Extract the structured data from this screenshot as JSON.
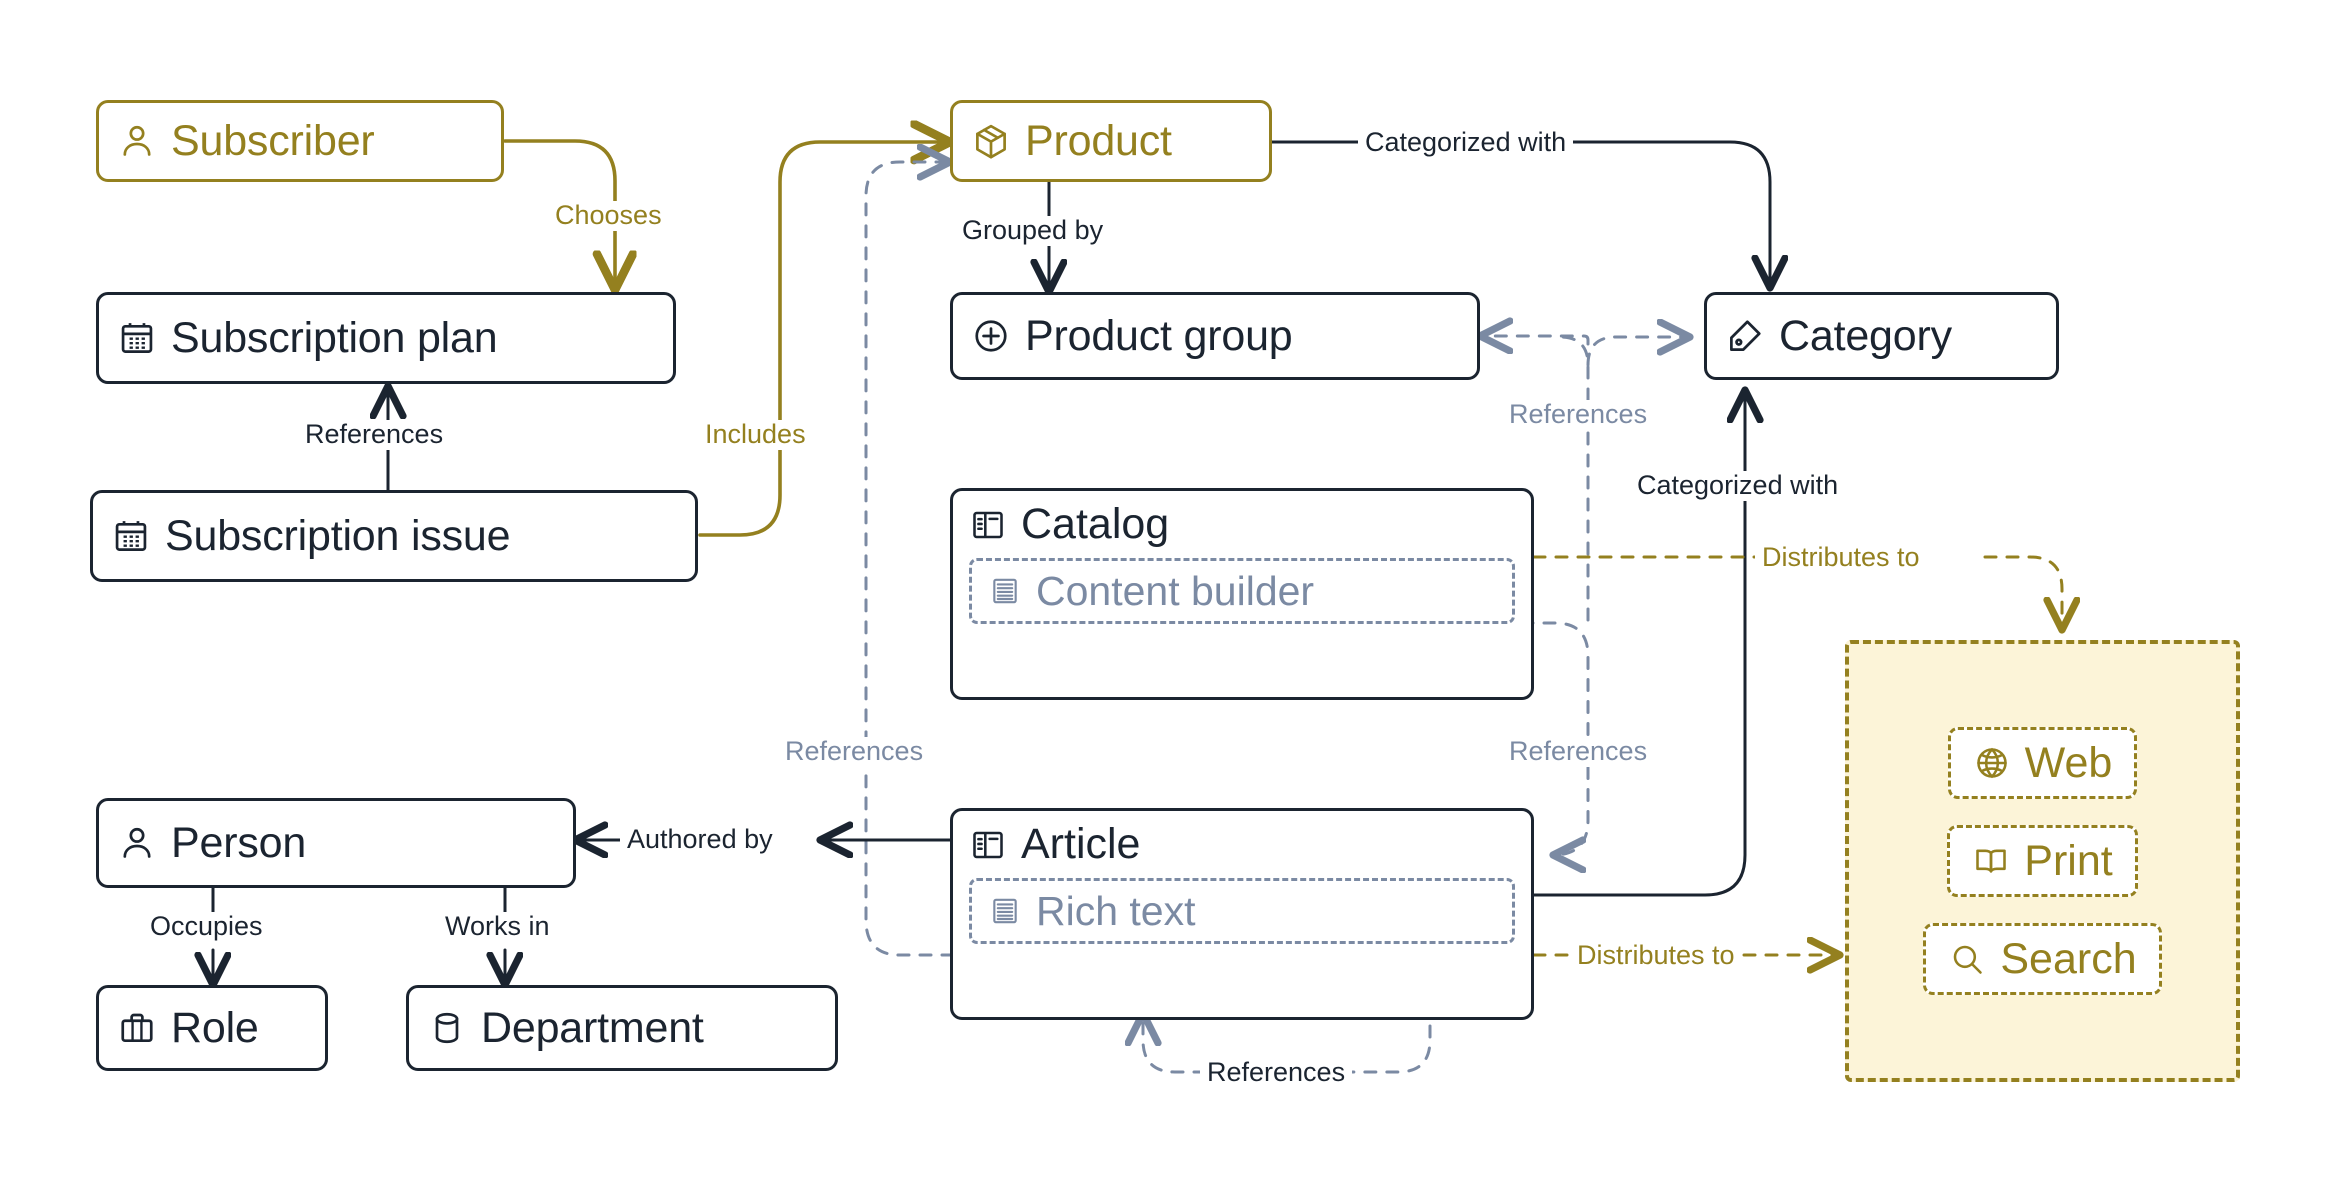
{
  "colors": {
    "ink": "#1b2430",
    "gold": "#94801f",
    "muted": "#7b8aa3",
    "group_fill": "#fcf4d8",
    "background": "#ffffff"
  },
  "nodes": {
    "subscriber": {
      "label": "Subscriber",
      "icon": "person-icon",
      "style": "gold"
    },
    "subscription_plan": {
      "label": "Subscription plan",
      "icon": "calendar-icon",
      "style": "ink"
    },
    "subscription_issue": {
      "label": "Subscription issue",
      "icon": "calendar-icon",
      "style": "ink"
    },
    "product": {
      "label": "Product",
      "icon": "box-3d-icon",
      "style": "gold"
    },
    "product_group": {
      "label": "Product group",
      "icon": "plus-circle-icon",
      "style": "ink"
    },
    "category": {
      "label": "Category",
      "icon": "tag-icon",
      "style": "ink"
    },
    "person": {
      "label": "Person",
      "icon": "person-icon",
      "style": "ink"
    },
    "role": {
      "label": "Role",
      "icon": "briefcase-icon",
      "style": "ink"
    },
    "department": {
      "label": "Department",
      "icon": "database-icon",
      "style": "ink"
    }
  },
  "composites": {
    "catalog": {
      "label": "Catalog",
      "icon": "layout-panel-icon",
      "child": {
        "label": "Content builder",
        "icon": "list-lines-icon"
      }
    },
    "article": {
      "label": "Article",
      "icon": "layout-panel-icon",
      "child": {
        "label": "Rich text",
        "icon": "list-lines-icon"
      }
    }
  },
  "channel_group": {
    "items": [
      {
        "label": "Web",
        "icon": "globe-icon"
      },
      {
        "label": "Print",
        "icon": "book-open-icon"
      },
      {
        "label": "Search",
        "icon": "magnifier-icon"
      }
    ]
  },
  "edges": [
    {
      "id": "chooses",
      "label": "Chooses",
      "from": "subscriber",
      "to": "subscription_plan",
      "style": "solid-gold"
    },
    {
      "id": "plan-references",
      "label": "References",
      "from": "subscription_issue",
      "to": "subscription_plan",
      "style": "solid-ink"
    },
    {
      "id": "includes",
      "label": "Includes",
      "from": "subscription_issue",
      "to": "product",
      "style": "solid-gold"
    },
    {
      "id": "grouped-by",
      "label": "Grouped by",
      "from": "product",
      "to": "product_group",
      "style": "solid-ink"
    },
    {
      "id": "categorized-top",
      "label": "Categorized with",
      "from": "product",
      "to": "category",
      "style": "solid-ink"
    },
    {
      "id": "categorized-mid",
      "label": "Categorized with",
      "from": "article",
      "to": "category",
      "style": "solid-ink"
    },
    {
      "id": "refs-cb",
      "label": "References",
      "from": "content_builder",
      "to": "product_group",
      "style": "dashed-muted"
    },
    {
      "id": "refs-cb-cat",
      "label": "References",
      "from": "content_builder",
      "to": "category",
      "style": "dashed-muted"
    },
    {
      "id": "refs-rich-product",
      "label": "References",
      "from": "rich_text",
      "to": "product",
      "style": "dashed-muted"
    },
    {
      "id": "refs-rich-article",
      "label": "References",
      "from": "rich_text",
      "to": "article",
      "style": "dashed-muted"
    },
    {
      "id": "refs-article-in",
      "label": "References",
      "from": "content_builder",
      "to": "article",
      "style": "dashed-muted"
    },
    {
      "id": "authored-by",
      "label": "Authored by",
      "from": "article",
      "to": "person",
      "style": "solid-ink"
    },
    {
      "id": "occupies",
      "label": "Occupies",
      "from": "person",
      "to": "role",
      "style": "solid-ink"
    },
    {
      "id": "works-in",
      "label": "Works in",
      "from": "person",
      "to": "department",
      "style": "solid-ink"
    },
    {
      "id": "dist-catalog",
      "label": "Distributes to",
      "from": "catalog",
      "to": "channel_group",
      "style": "dashed-gold"
    },
    {
      "id": "dist-article",
      "label": "Distributes to",
      "from": "article",
      "to": "channel_group",
      "style": "dashed-gold"
    }
  ],
  "edge_labels": {
    "chooses": "Chooses",
    "references_plan": "References",
    "includes": "Includes",
    "grouped_by": "Grouped by",
    "categorized_with_top": "Categorized with",
    "references_catalog_cat": "References",
    "categorized_with_mid": "Categorized with",
    "distributes_to_catalog": "Distributes to",
    "references_left": "References",
    "references_right": "References",
    "authored_by": "Authored by",
    "occupies": "Occupies",
    "works_in": "Works in",
    "distributes_to_article": "Distributes to",
    "references_self": "References"
  }
}
